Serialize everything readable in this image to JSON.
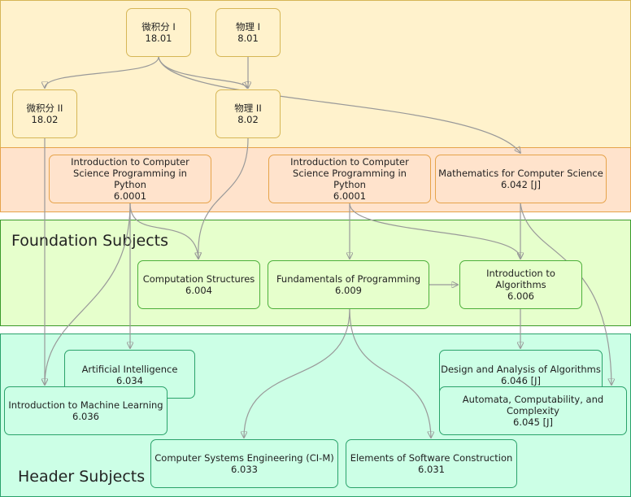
{
  "bands": {
    "foundation_label": "Foundation Subjects",
    "header_label": "Header Subjects"
  },
  "nodes": {
    "calc1": {
      "name": "微积分 I",
      "num": "18.01"
    },
    "phys1": {
      "name": "物理 I",
      "num": "8.01"
    },
    "calc2": {
      "name": "微积分 II",
      "num": "18.02"
    },
    "phys2": {
      "name": "物理 II",
      "num": "8.02"
    },
    "intro_a": {
      "name": "Introduction to Computer Science Programming in Python",
      "num": "6.0001"
    },
    "intro_b": {
      "name": "Introduction to Computer Science Programming in Python",
      "num": "6.0001"
    },
    "math_cs": {
      "name": "Mathematics for Computer Science",
      "num": "6.042 [J]"
    },
    "comp_struct": {
      "name": "Computation Structures",
      "num": "6.004"
    },
    "fund_prog": {
      "name": "Fundamentals of Programming",
      "num": "6.009"
    },
    "intro_alg": {
      "name": "Introduction to Algorithms",
      "num": "6.006"
    },
    "ai": {
      "name": "Artificial Intelligence",
      "num": "6.034"
    },
    "ml": {
      "name": "Introduction to Machine Learning",
      "num": "6.036"
    },
    "design_alg": {
      "name": "Design and Analysis of Algorithms",
      "num": "6.046 [J]"
    },
    "automata": {
      "name": "Automata, Computability, and Complexity",
      "num": "6.045 [J]"
    },
    "cse": {
      "name": "Computer Systems Engineering (CI-M)",
      "num": "6.033"
    },
    "esc": {
      "name": "Elements of Software Construction",
      "num": "6.031"
    }
  },
  "colors": {
    "yellow_band": "#fff2cc",
    "orange_band": "#ffe3cc",
    "green_band": "#e6ffcc",
    "mint_band": "#ccffe6",
    "edge": "#999999"
  }
}
